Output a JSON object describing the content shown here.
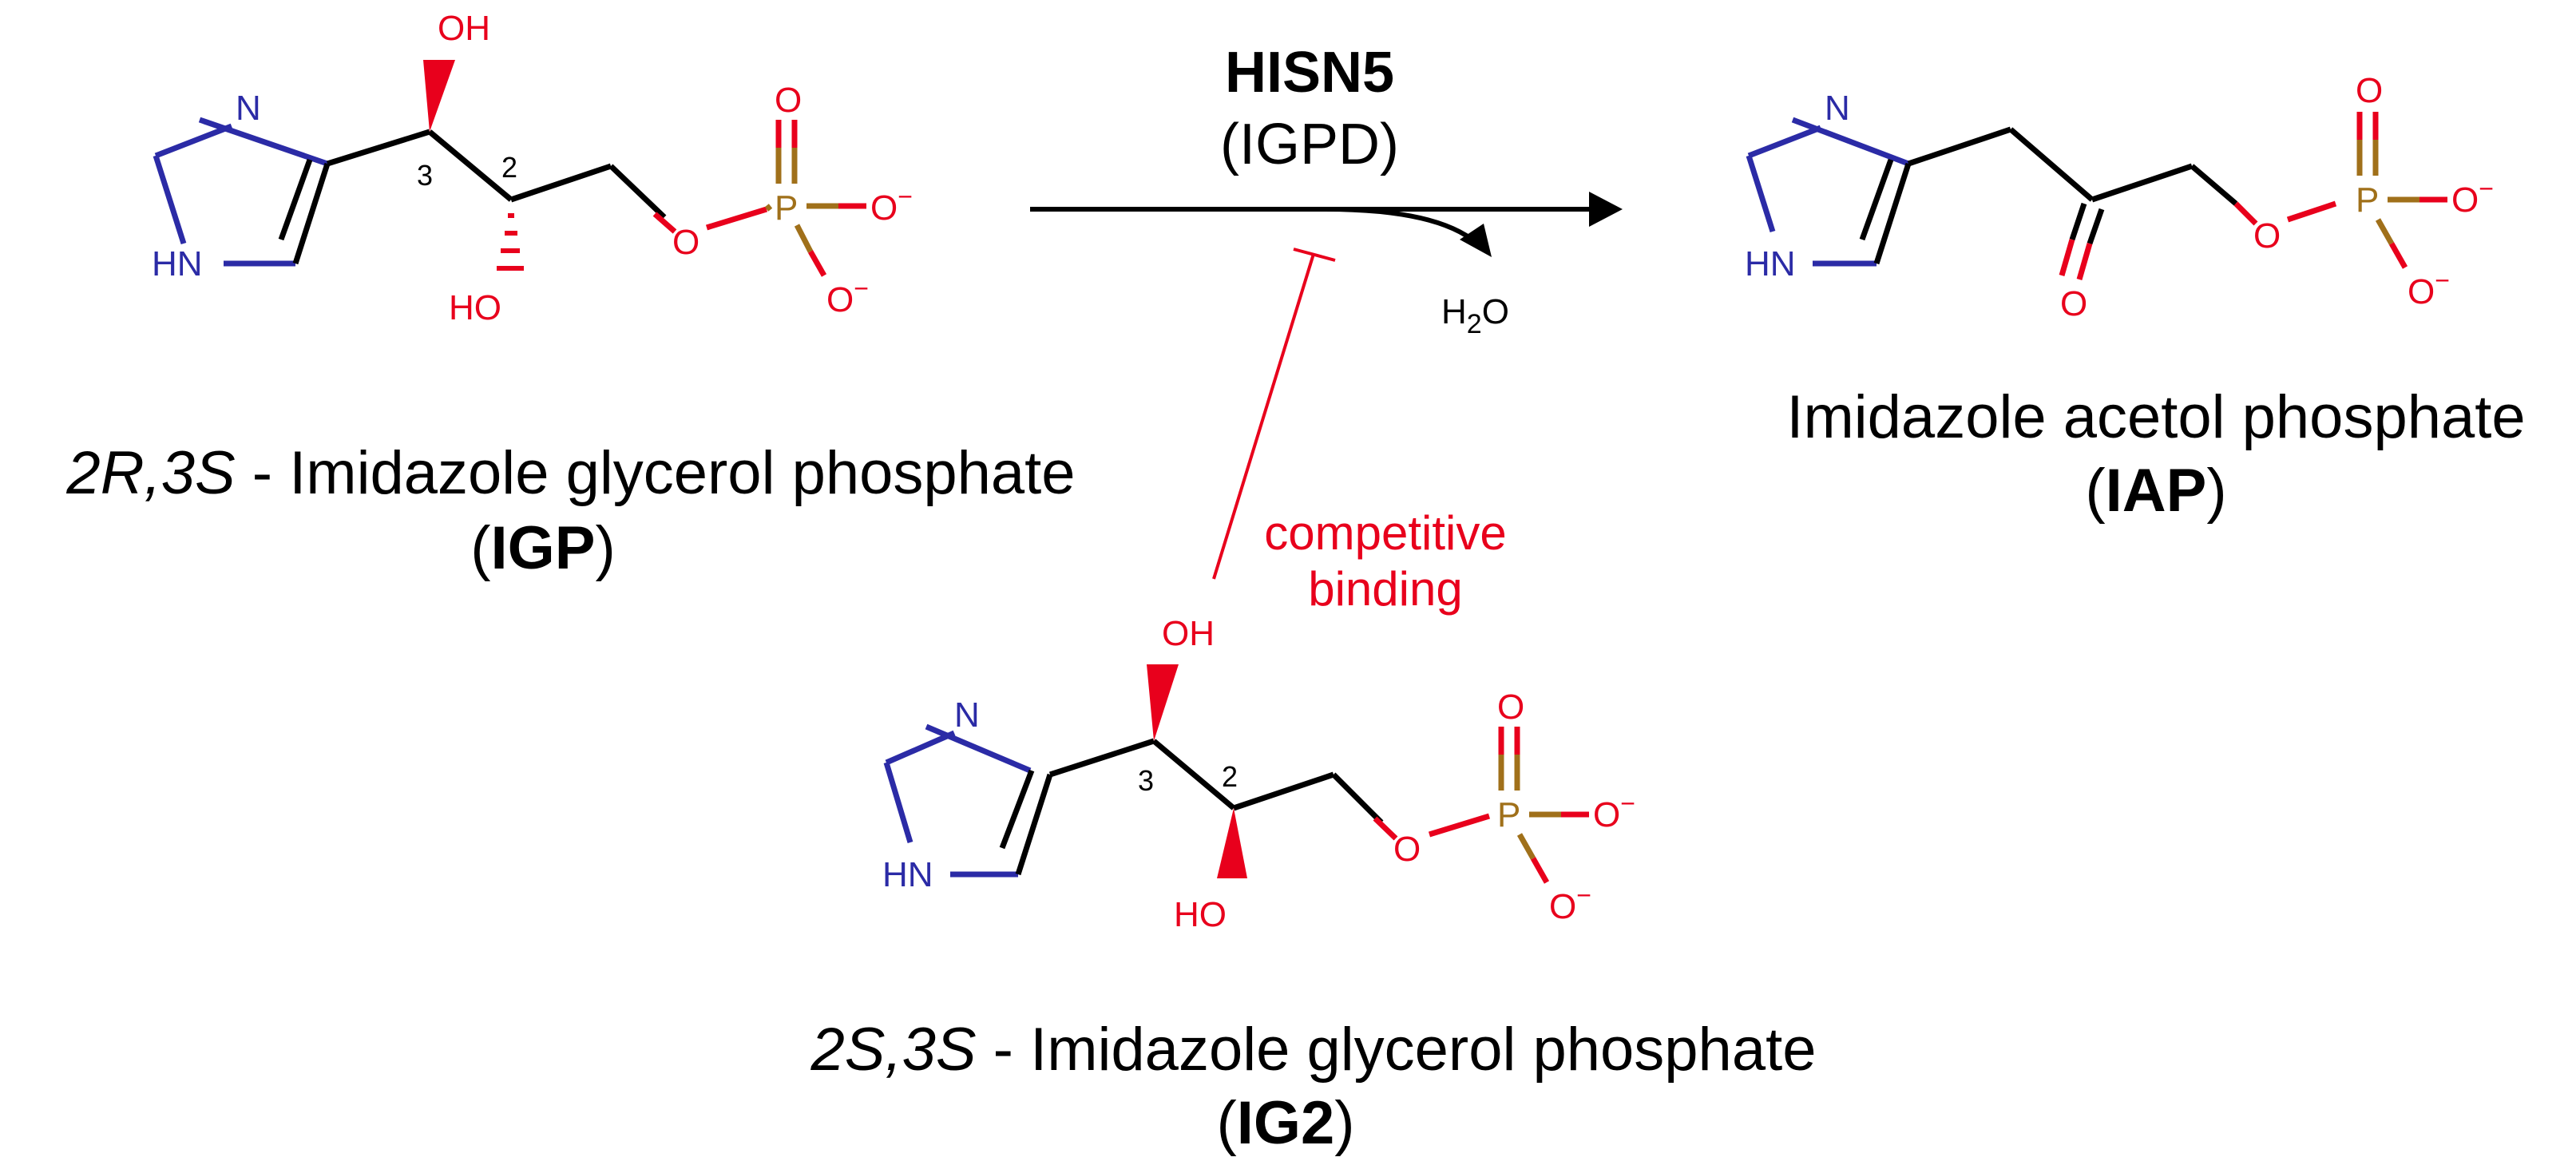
{
  "reaction": {
    "enzyme_name": "HISN5",
    "enzyme_abbrev": "(IGPD)",
    "byproduct": {
      "h": "H",
      "sub": "2",
      "o": "O"
    },
    "inhibition_line1": "competitive",
    "inhibition_line2": "binding"
  },
  "atoms": {
    "N": "N",
    "NH": "HN",
    "OH": "OH",
    "HO": "HO",
    "O": "O",
    "P": "P",
    "Ominus": "O",
    "minus": "−"
  },
  "locants": {
    "c3": "3",
    "c2": "2"
  },
  "igp": {
    "stereo_descriptor": "2R,3S",
    "name_rest": " - Imidazole glycerol phosphate",
    "paren_open": "(",
    "abbrev": "IGP",
    "paren_close": ")"
  },
  "iap": {
    "name": "Imidazole acetol phosphate",
    "paren_open": "(",
    "abbrev": "IAP",
    "paren_close": ")"
  },
  "ig2": {
    "stereo_descriptor": "2S,3S",
    "name_rest": " - Imidazole glycerol phosphate",
    "paren_open": "(",
    "abbrev": "IG2",
    "paren_close": ")"
  },
  "colors": {
    "bond": "#000000",
    "nitrogen": "#2b2ba6",
    "oxygen": "#e8001c",
    "phosphorus": "#a0701a",
    "inhibition": "#e8001c"
  }
}
